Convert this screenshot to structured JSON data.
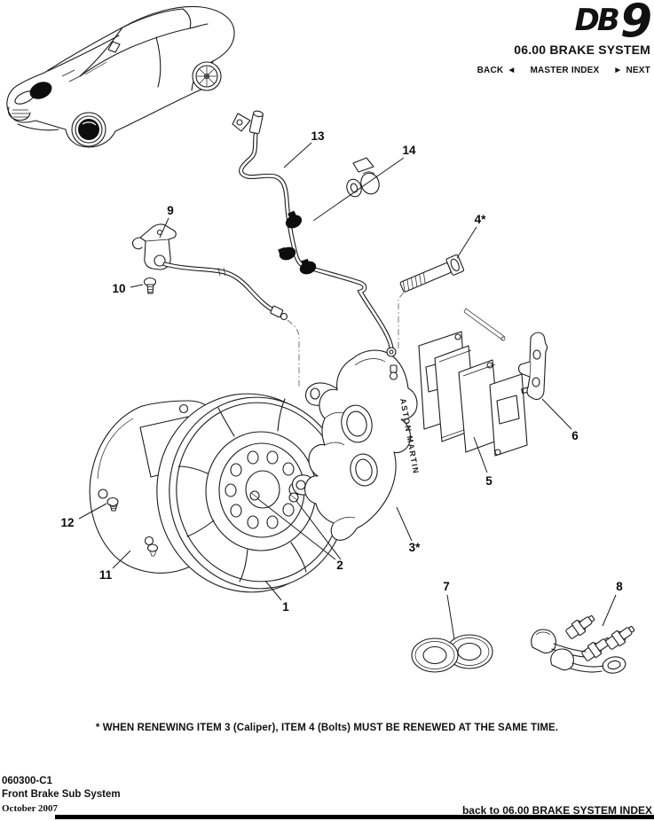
{
  "header": {
    "logo_db": "DB",
    "logo_9": "9",
    "section_title": "06.00 BRAKE SYSTEM",
    "nav": {
      "back": "BACK",
      "back_arrow": "◄",
      "master_index": "MASTER INDEX",
      "next_arrow": "►",
      "next": "NEXT"
    }
  },
  "diagram": {
    "caliper_text": "ASTON MARTIN",
    "callouts": [
      {
        "label": "1"
      },
      {
        "label": "2"
      },
      {
        "label": "3*"
      },
      {
        "label": "4*"
      },
      {
        "label": "5"
      },
      {
        "label": "6"
      },
      {
        "label": "7"
      },
      {
        "label": "8"
      },
      {
        "label": "9"
      },
      {
        "label": "10"
      },
      {
        "label": "11"
      },
      {
        "label": "12"
      },
      {
        "label": "13"
      },
      {
        "label": "14"
      }
    ]
  },
  "footnote": "* WHEN RENEWING ITEM 3 (Caliper), ITEM 4 (Bolts) MUST BE RENEWED AT THE SAME TIME.",
  "footer": {
    "doc_code": "060300-C1",
    "subsystem_title": "Front Brake Sub System",
    "date": "October 2007",
    "back_link": "back to 06.00 BRAKE SYSTEM INDEX"
  },
  "colors": {
    "ink": "#111111",
    "paper": "#ffffff"
  }
}
